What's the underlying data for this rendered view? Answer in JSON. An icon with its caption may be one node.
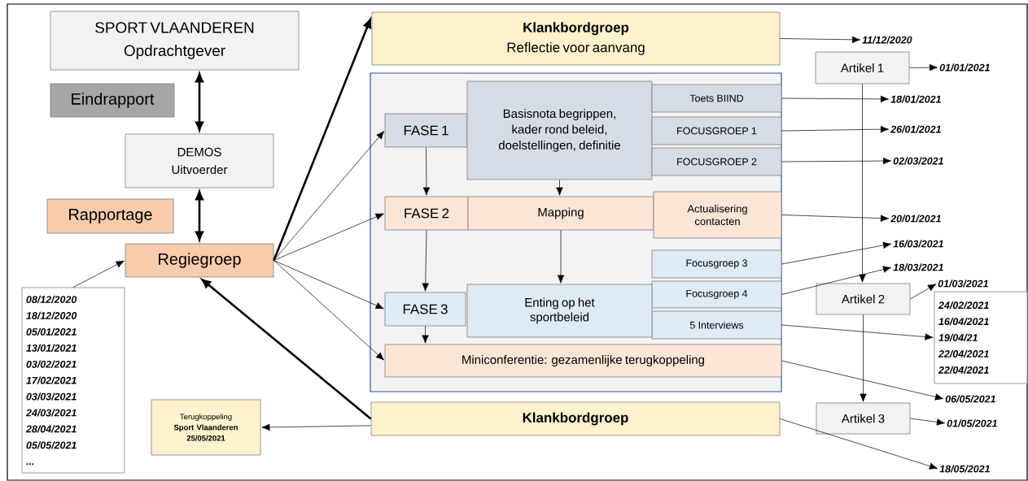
{
  "diagram": {
    "nodes": [
      {
        "text": [
          "SPORT VLAANDEREN",
          "Opdrachtgever"
        ]
      },
      {
        "text": [
          "Eindrapport"
        ]
      },
      {
        "text": [
          "DEMOS",
          "Uitvoerder"
        ]
      },
      {
        "text": [
          "Rapportage"
        ]
      },
      {
        "text": [
          "Regiegroep"
        ]
      },
      {
        "text": [
          "08/12/2020",
          "18/12/2020",
          "05/01/2021",
          "13/01/2021",
          "03/02/2021",
          "17/02/2021",
          "03/03/2021",
          "24/03/2021",
          "28/04/2021",
          "05/05/2021",
          "..."
        ]
      },
      {
        "text": [
          "Klankbordgroep",
          "Reflectie voor aanvang"
        ]
      },
      {
        "text": [],
        "shape": "box"
      },
      {
        "text": [
          "FASE 1"
        ],
        "in": 7
      },
      {
        "text": [
          "Basisnota begrippen, kader rond beleid, doelstellingen, definitie"
        ],
        "in": 7
      },
      {
        "text": [
          "Toets BIIND"
        ],
        "in": 7
      },
      {
        "text": [
          "FOCUSGROEP 1"
        ],
        "in": 7
      },
      {
        "text": [
          "FOCUSGROEP 2"
        ],
        "in": 7
      },
      {
        "text": [
          "FASE 2"
        ],
        "in": 7
      },
      {
        "text": [
          "Mapping"
        ],
        "in": 7
      },
      {
        "text": [
          "Actualisering contacten"
        ],
        "in": 7
      },
      {
        "text": [
          "Focusgroep 3"
        ],
        "in": 7
      },
      {
        "text": [
          "Focusgroep 4"
        ],
        "in": 7
      },
      {
        "text": [
          "5 Interviews"
        ],
        "in": 7
      },
      {
        "text": [
          "FASE 3"
        ],
        "in": 7
      },
      {
        "text": [
          "Enting op het sportbeleid"
        ],
        "in": 7
      },
      {
        "text": [
          "Miniconferentie: gezamenlijke terugkoppeling"
        ],
        "in": 7
      },
      {
        "text": [
          "Klankbordgroep"
        ]
      },
      {
        "text": [
          "Terugkoppeling **Sport Vlaanderen 25/05/2021**"
        ]
      },
      {
        "text": [
          "Artikel 1"
        ]
      },
      {
        "text": [
          "Artikel 2"
        ]
      },
      {
        "text": [
          "Artikel 3"
        ]
      },
      {
        "text": [
          "24/02/2021",
          "16/04/2021",
          "19/04/21",
          "22/04/2021",
          "22/04/2021"
        ]
      },
      {
        "text": [
          "11/12/2020"
        ]
      },
      {
        "text": [
          "01/01/2021"
        ]
      },
      {
        "text": [
          "18/01/2021"
        ]
      },
      {
        "text": [
          "26/01/2021"
        ]
      },
      {
        "text": [
          "02/03/2021"
        ]
      },
      {
        "text": [
          "20/01/2021"
        ]
      },
      {
        "text": [
          "16/03/2021"
        ]
      },
      {
        "text": [
          "18/03/2021"
        ]
      },
      {
        "text": [
          "01/03/2021"
        ]
      },
      {
        "text": [
          "06/05/2021"
        ]
      },
      {
        "text": [
          "01/05/2021"
        ]
      },
      {
        "text": [
          "18/05/2021"
        ]
      }
    ],
    "edges": [
      {
        "from": 0,
        "to": 2,
        "arrow": "both",
        "style": "thick"
      },
      {
        "from": 2,
        "to": 4,
        "arrow": "both",
        "style": "thick"
      },
      {
        "from": 5,
        "to": 4,
        "arrow": "to"
      },
      {
        "from": 4,
        "to": 6,
        "arrow": "to",
        "style": "thick"
      },
      {
        "from": 4,
        "to": 8,
        "arrow": "to"
      },
      {
        "from": 4,
        "to": 13,
        "arrow": "to"
      },
      {
        "from": 4,
        "to": 19,
        "arrow": "to"
      },
      {
        "from": 4,
        "to": 21,
        "arrow": "to"
      },
      {
        "from": 22,
        "to": 4,
        "arrow": "to",
        "style": "thick"
      },
      {
        "from": 22,
        "to": 23,
        "arrow": "to"
      },
      {
        "from": 8,
        "to": 13,
        "arrow": "to"
      },
      {
        "from": 13,
        "to": 19,
        "arrow": "to"
      },
      {
        "from": 19,
        "to": 21,
        "arrow": "to"
      },
      {
        "from": 9,
        "to": 14,
        "arrow": "to"
      },
      {
        "from": 14,
        "to": 20,
        "arrow": "to"
      },
      {
        "from": 6,
        "to": 28,
        "arrow": "to"
      },
      {
        "from": 24,
        "to": 29,
        "arrow": "to"
      },
      {
        "from": 10,
        "to": 30,
        "arrow": "to"
      },
      {
        "from": 11,
        "to": 31,
        "arrow": "to"
      },
      {
        "from": 12,
        "to": 32,
        "arrow": "to"
      },
      {
        "from": 15,
        "to": 33,
        "arrow": "to"
      },
      {
        "from": 16,
        "to": 34,
        "arrow": "to"
      },
      {
        "from": 17,
        "to": 35,
        "arrow": "to"
      },
      {
        "from": 25,
        "to": 36,
        "arrow": "to"
      },
      {
        "from": 18,
        "to": 27,
        "arrow": "to"
      },
      {
        "from": 21,
        "to": 37,
        "arrow": "to"
      },
      {
        "from": 26,
        "to": 38,
        "arrow": "to"
      },
      {
        "from": 22,
        "to": 39,
        "arrow": "to"
      },
      {
        "from": 24,
        "to": 25,
        "arrow": "to"
      },
      {
        "from": 25,
        "to": 26,
        "arrow": "to"
      }
    ]
  }
}
